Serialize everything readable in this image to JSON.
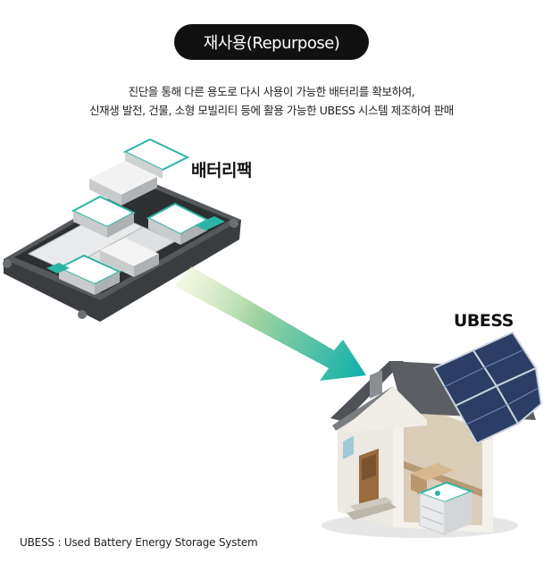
{
  "title": "재사용(Repurpose)",
  "description": {
    "line1": "진단을 통해 다른 용도로 다시 사용이 가능한 배터리를 확보하여,",
    "line2": "신재생 발전, 건물, 소형 모빌리티 등에 활용 가능한 UBESS 시스템 제조하여 판매"
  },
  "labels": {
    "battery_pack": "배터리팩",
    "ubess": "UBESS"
  },
  "footnote": "UBESS : Used Battery Energy Storage System",
  "colors": {
    "accent_teal": "#2bb5a4",
    "arrow_start": "#d9e6a6",
    "arrow_end": "#18b3a9",
    "pill_bg": "#111111"
  }
}
